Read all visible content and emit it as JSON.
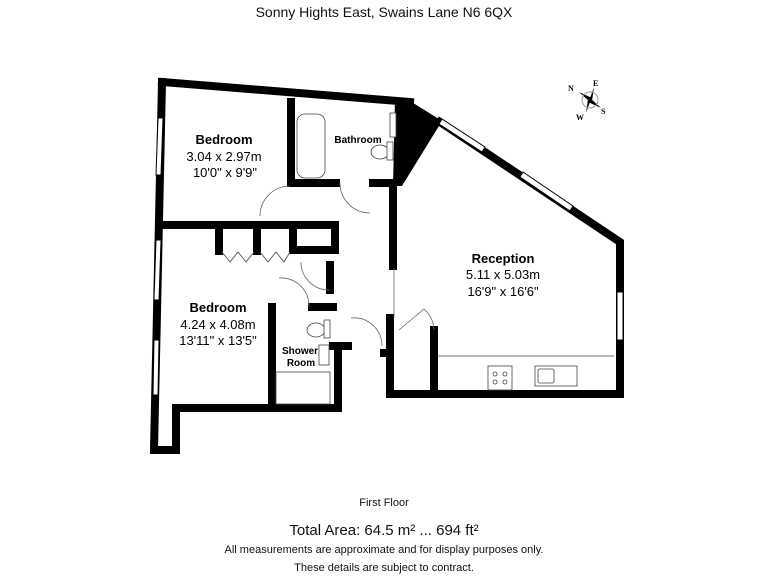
{
  "title": "Sonny Hights East, Swains Lane N6 6QX",
  "rooms": {
    "bedroom1": {
      "name": "Bedroom",
      "metric": "3.04 x 2.97m",
      "imperial": "10'0\" x 9'9\""
    },
    "bedroom2": {
      "name": "Bedroom",
      "metric": "4.24 x 4.08m",
      "imperial": "13'11\" x 13'5\""
    },
    "reception": {
      "name": "Reception",
      "metric": "5.11 x 5.03m",
      "imperial": "16'9\" x 16'6\""
    },
    "bathroom": {
      "name": "Bathroom"
    },
    "shower": {
      "line1": "Shower",
      "line2": "Room"
    }
  },
  "compass": {
    "n": "N",
    "e": "E",
    "s": "S",
    "w": "W"
  },
  "floor_label": "First Floor",
  "total_area": "Total Area: 64.5 m² ... 694 ft²",
  "disclaimer1": "All measurements are approximate and for display purposes only.",
  "disclaimer2": "These details are subject to contract."
}
